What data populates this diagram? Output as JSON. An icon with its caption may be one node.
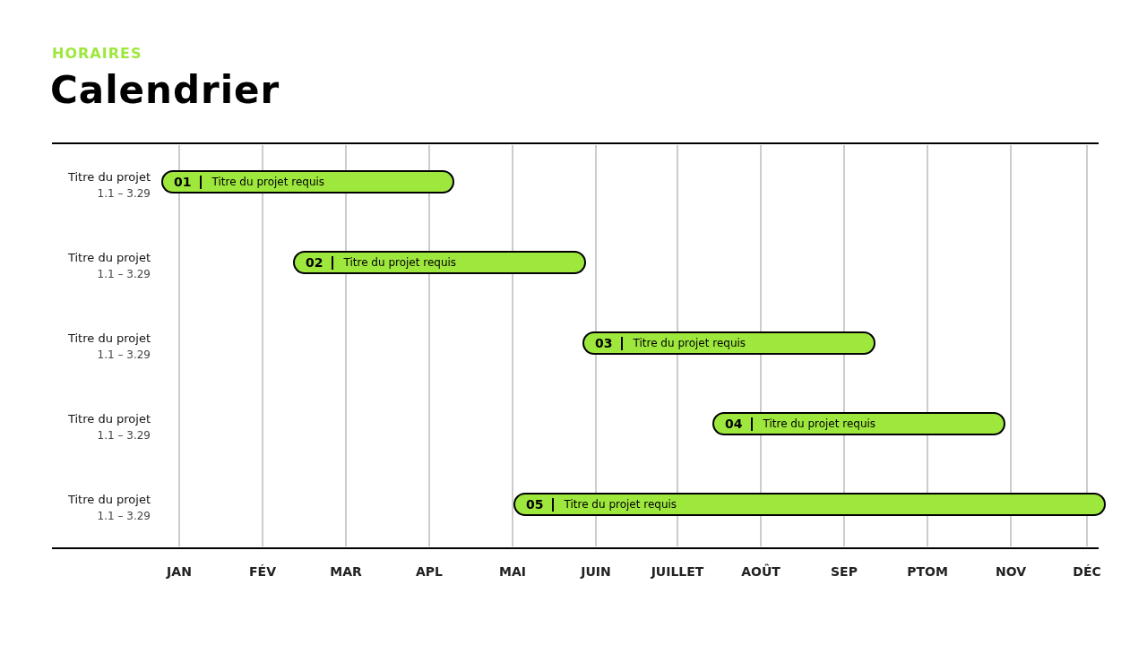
{
  "diagram": {
    "title": "Calendrier",
    "nodes": [
      {
        "text": [
          "01",
          "Titre du projet requis"
        ]
      },
      {
        "text": [
          "02",
          "Titre du projet requis"
        ]
      },
      {
        "text": [
          "03",
          "Titre du projet requis"
        ]
      },
      {
        "text": [
          "04",
          "Titre du projet requis"
        ]
      },
      {
        "text": [
          "05",
          "Titre du projet requis"
        ]
      }
    ],
    "edges": [],
    "labels": [
      "HORAIRES",
      "Titre du projet",
      "1.1 – 3.29",
      "Titre du projet",
      "1.1 – 3.29",
      "Titre du projet",
      "1.1 – 3.29",
      "Titre du projet",
      "1.1 – 3.29",
      "Titre du projet",
      "1.1 – 3.29",
      "JAN",
      "FÉV",
      "MAR",
      "APL",
      "MAI",
      "JUIN",
      "JUILLET",
      "AOÛT",
      "SEP",
      "PTOM",
      "NOV",
      "DÉC"
    ]
  }
}
